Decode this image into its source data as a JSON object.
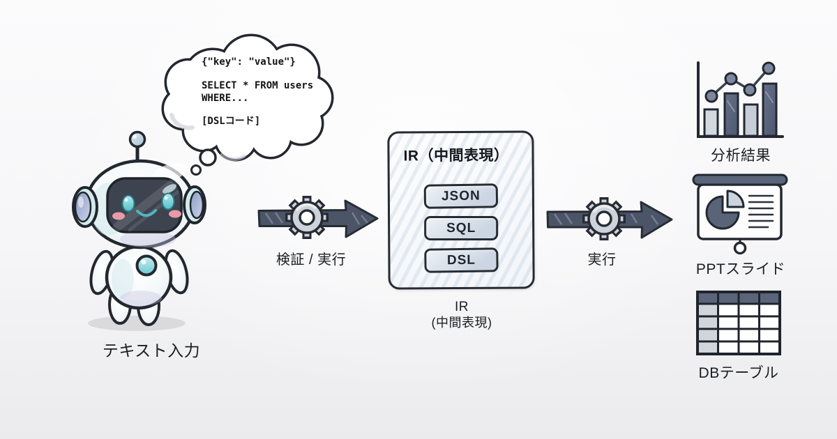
{
  "thought_bubble": {
    "line1": "{\"key\": \"value\"}",
    "line2": "SELECT * FROM users",
    "line3": "WHERE...",
    "line4": "[DSLコード]"
  },
  "input": {
    "label": "テキスト入力"
  },
  "step1": {
    "label": "検証 / 実行"
  },
  "ir": {
    "title": "IR（中間表現）",
    "items": [
      "JSON",
      "SQL",
      "DSL"
    ],
    "caption_line1": "IR",
    "caption_line2": "(中間表現)"
  },
  "step2": {
    "label": "実行"
  },
  "outputs": [
    {
      "id": "analysis",
      "label": "分析結果"
    },
    {
      "id": "ppt-slide",
      "label": "PPTスライド"
    },
    {
      "id": "db-table",
      "label": "DBテーブル"
    }
  ],
  "colors": {
    "outline": "#23282f",
    "arrow_fill": "#4c5568",
    "gear_fill": "#ced2da",
    "panel_fill": "#ccd6e2",
    "dark_slate": "#5a647a",
    "light_bar": "#d2d8e0",
    "robot_cyan": "#7fd0d8",
    "cheek_pink": "#f0a0ad"
  }
}
